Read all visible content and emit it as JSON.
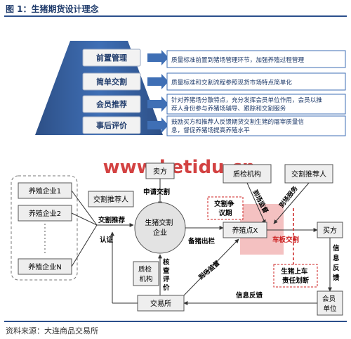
{
  "figure_title": "图 1：生猪期货设计理念",
  "source": "资料来源：大连商品交易所",
  "watermark": "www.ketidu.cn",
  "pyramid": {
    "levels": [
      {
        "label": "前置管理",
        "desc": "质量标准前置到猪场管理环节，加强养殖过程管理"
      },
      {
        "label": "简单交割",
        "desc": "质量标准和交割流程参照现货市场特点简单化"
      },
      {
        "label": "会员推荐",
        "desc": "针对养猪场分散特点，充分发挥会员单位作用，会员以推荐人身份参与养猪场辅导、跟踪和交割服务"
      },
      {
        "label": "事后评价",
        "desc": "鼓励买方和推荐人反馈期货交割生猪的屠宰质量信息，督促养猪场提高养殖水平"
      }
    ]
  },
  "flow": {
    "farms": [
      "养殖企业1",
      "养殖企业2",
      "养殖企业N"
    ],
    "seller": "卖方",
    "apply_delivery": "申请交割",
    "delivery_recommender_left": "交割推荐人",
    "delivery_recommend": "交割推荐",
    "certify": "认证",
    "center": "生猪交割企业",
    "inspection_left": "质检机构",
    "check_eval": "核查评价",
    "inspection_top": "质检机构",
    "delivery_recommender_right": "交割推荐人",
    "onsite_supervise_top": "到场监督",
    "onsite_service": "到场服务",
    "dispute": "交割争议期",
    "prep_pig": "备猪出栏",
    "farm_point": "养殖点X",
    "on_truck": "车板交割",
    "buyer": "买方",
    "info_feedback_right": "信息反馈",
    "pig_on_truck": "生猪上车责任划断",
    "onsite_supervise_mid": "到场监督",
    "exchange": "交易所",
    "info_feedback_bottom": "信息反馈",
    "member": "会员单位"
  }
}
